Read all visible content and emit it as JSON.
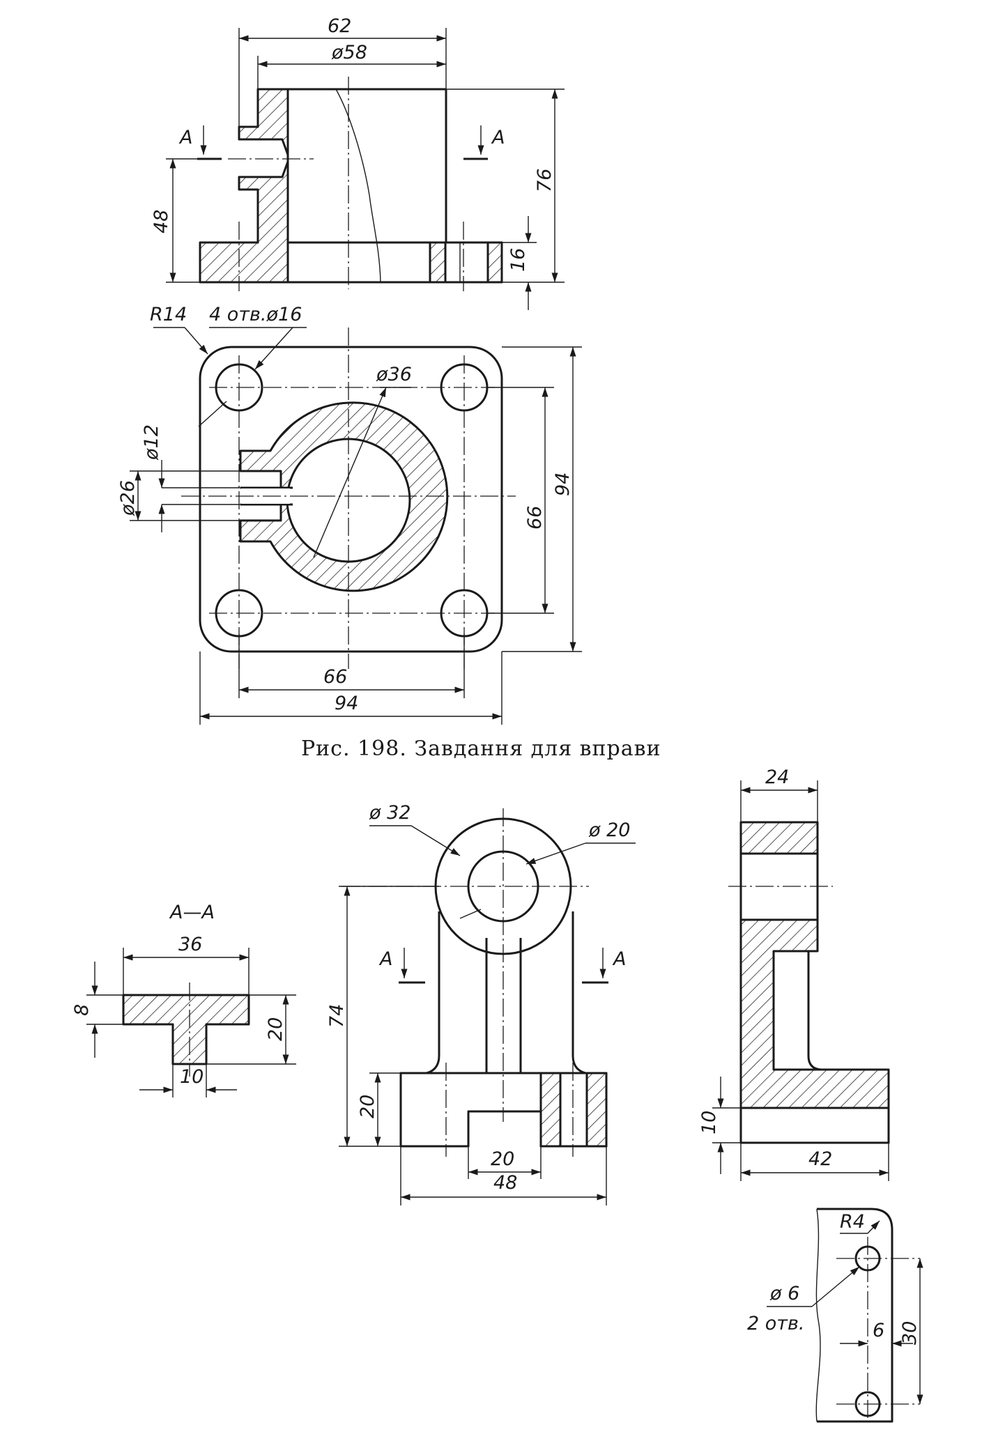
{
  "figure198": {
    "caption": "Рис. 198. Завдання для вправи",
    "front_view": {
      "dim_width": "62",
      "dim_bore": "ø58",
      "dim_height": "76",
      "dim_base": "16",
      "dim_hole_level": "48",
      "section_mark": "A"
    },
    "top_view": {
      "dim_radius": "R14",
      "dim_holes": "4 отв.ø16",
      "dim_inner": "ø36",
      "dim_slot": "ø12",
      "dim_boss": "ø26",
      "dim_hole_spacing_v": "66",
      "dim_overall_v": "94",
      "dim_hole_spacing_h": "66",
      "dim_overall_h": "94"
    }
  },
  "figure2": {
    "section": {
      "title": "A—A",
      "dim_width": "36",
      "dim_flange": "8",
      "dim_height": "20",
      "dim_stem": "10"
    },
    "front_view": {
      "dim_outer": "ø 32",
      "dim_inner": "ø 20",
      "dim_height": "74",
      "dim_base": "20",
      "dim_slot": "20",
      "dim_width": "48",
      "section_mark": "A"
    },
    "side_view": {
      "dim_top": "24",
      "dim_base": "10",
      "dim_width": "42"
    },
    "detail": {
      "dim_radius": "R4",
      "dim_hole": "ø 6",
      "dim_count": "2 отв.",
      "dim_offset": "6",
      "dim_spacing": "30"
    }
  }
}
